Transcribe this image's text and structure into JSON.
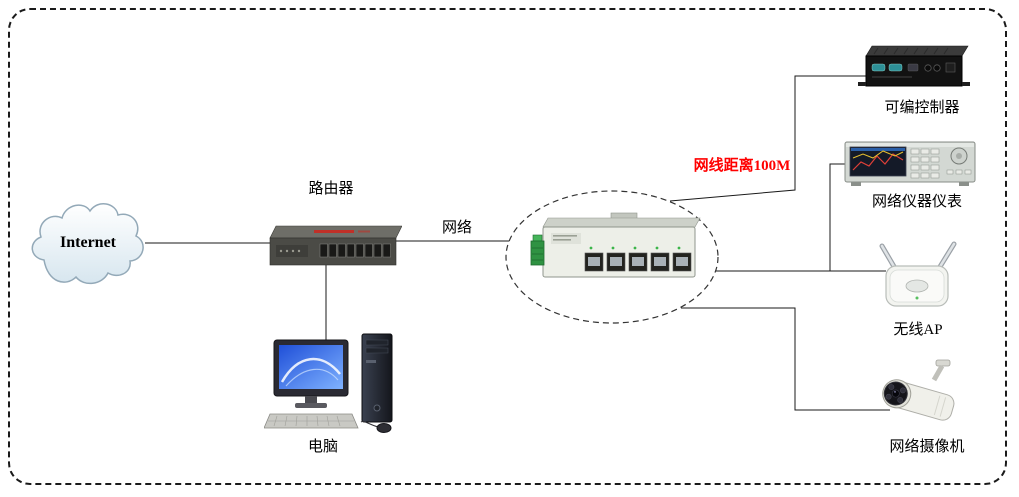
{
  "nodes": {
    "internet": {
      "label": "Internet",
      "icon": "cloud-icon"
    },
    "router": {
      "label": "路由器",
      "icon": "router-icon"
    },
    "computer": {
      "label": "电脑",
      "icon": "desktop-computer-icon"
    },
    "poe_switch": {
      "icon": "poe-switch-icon"
    },
    "controller": {
      "label": "可编控制器",
      "icon": "industrial-controller-icon"
    },
    "instrument": {
      "label": "网络仪器仪表",
      "icon": "network-instrument-icon"
    },
    "wireless_ap": {
      "label": "无线AP",
      "icon": "wireless-ap-icon"
    },
    "camera": {
      "label": "网络摄像机",
      "icon": "ip-camera-icon"
    }
  },
  "labels": {
    "network": "网络",
    "cable_distance": "网线距离100M"
  },
  "colors": {
    "cable_distance_text": "#FF0000",
    "connector_line": "#1A1A1A",
    "border": "#1A1A1A",
    "background": "#FFFFFF"
  }
}
